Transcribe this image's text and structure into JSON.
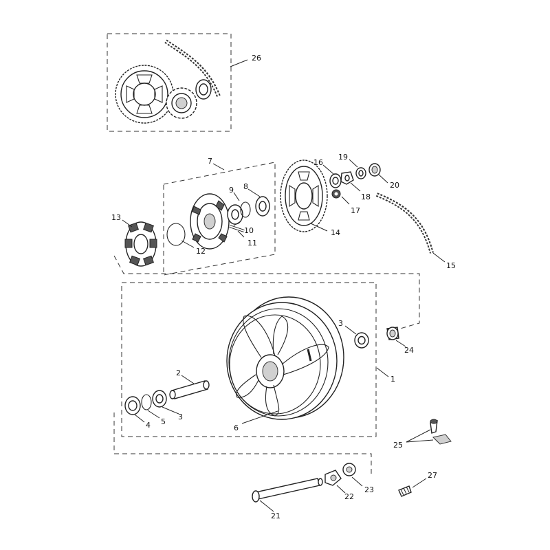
{
  "callouts": {
    "c1": "1",
    "c2": "2",
    "c3a": "3",
    "c3b": "3",
    "c4": "4",
    "c5": "5",
    "c6": "6",
    "c7": "7",
    "c8": "8",
    "c9": "9",
    "c10": "10",
    "c11": "11",
    "c12": "12",
    "c13": "13",
    "c14": "14",
    "c15": "15",
    "c16": "16",
    "c17": "17",
    "c18": "18",
    "c19": "19",
    "c20": "20",
    "c21": "21",
    "c22": "22",
    "c23": "23",
    "c24": "24",
    "c25": "25",
    "c26": "26",
    "c27": "27"
  },
  "colors": {
    "line": "#222222",
    "background": "#ffffff"
  }
}
